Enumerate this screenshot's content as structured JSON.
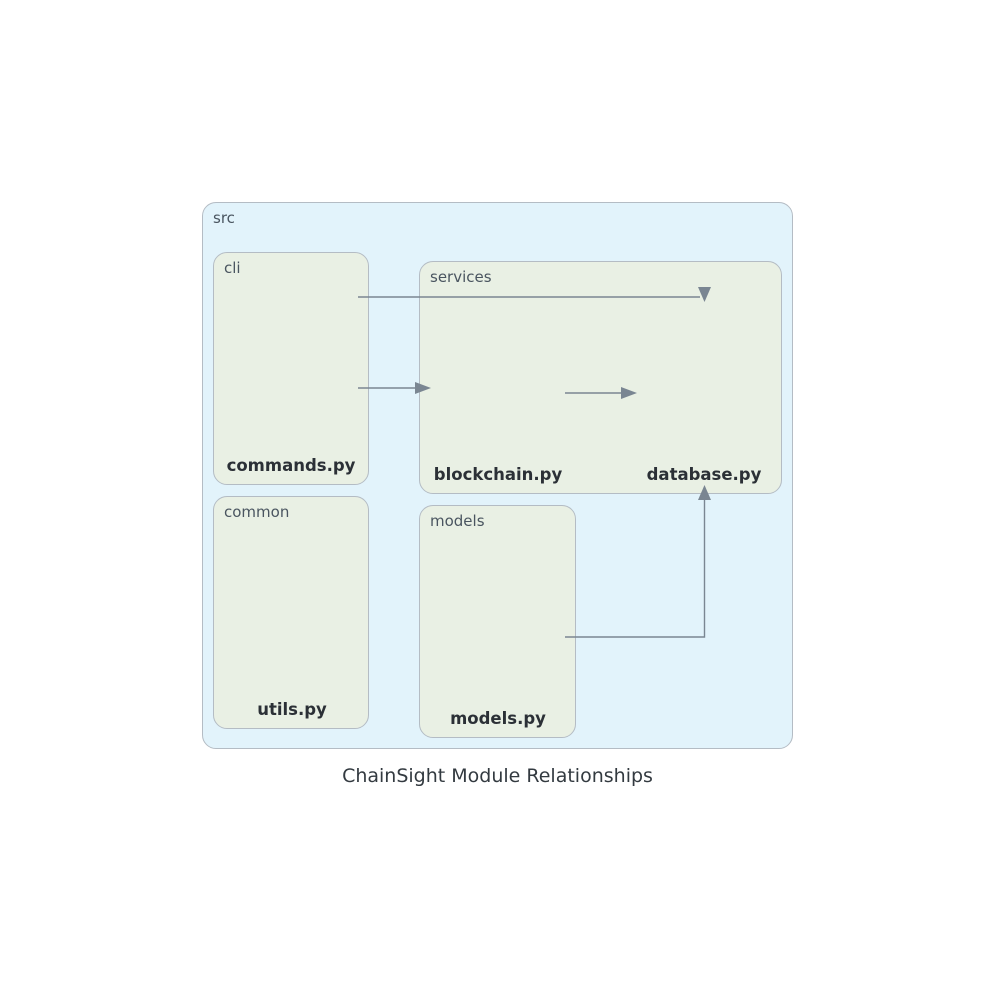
{
  "title": "ChainSight Module Relationships",
  "clusters": {
    "src": {
      "label": "src"
    },
    "cli": {
      "label": "cli"
    },
    "services": {
      "label": "services"
    },
    "common": {
      "label": "common"
    },
    "models": {
      "label": "models"
    }
  },
  "modules": {
    "commands": "commands.py",
    "blockchain": "blockchain.py",
    "database": "database.py",
    "utils": "utils.py",
    "models": "models.py"
  },
  "edges": [
    {
      "from": "commands.py",
      "to": "database.py"
    },
    {
      "from": "commands.py",
      "to": "blockchain.py"
    },
    {
      "from": "blockchain.py",
      "to": "database.py"
    },
    {
      "from": "models.py",
      "to": "database.py"
    }
  ],
  "colors": {
    "outer_cluster_fill": "#e2f3fb",
    "inner_cluster_fill": "#e9f0e4",
    "cluster_border": "#b4bcc4",
    "edge": "#7a8692"
  }
}
